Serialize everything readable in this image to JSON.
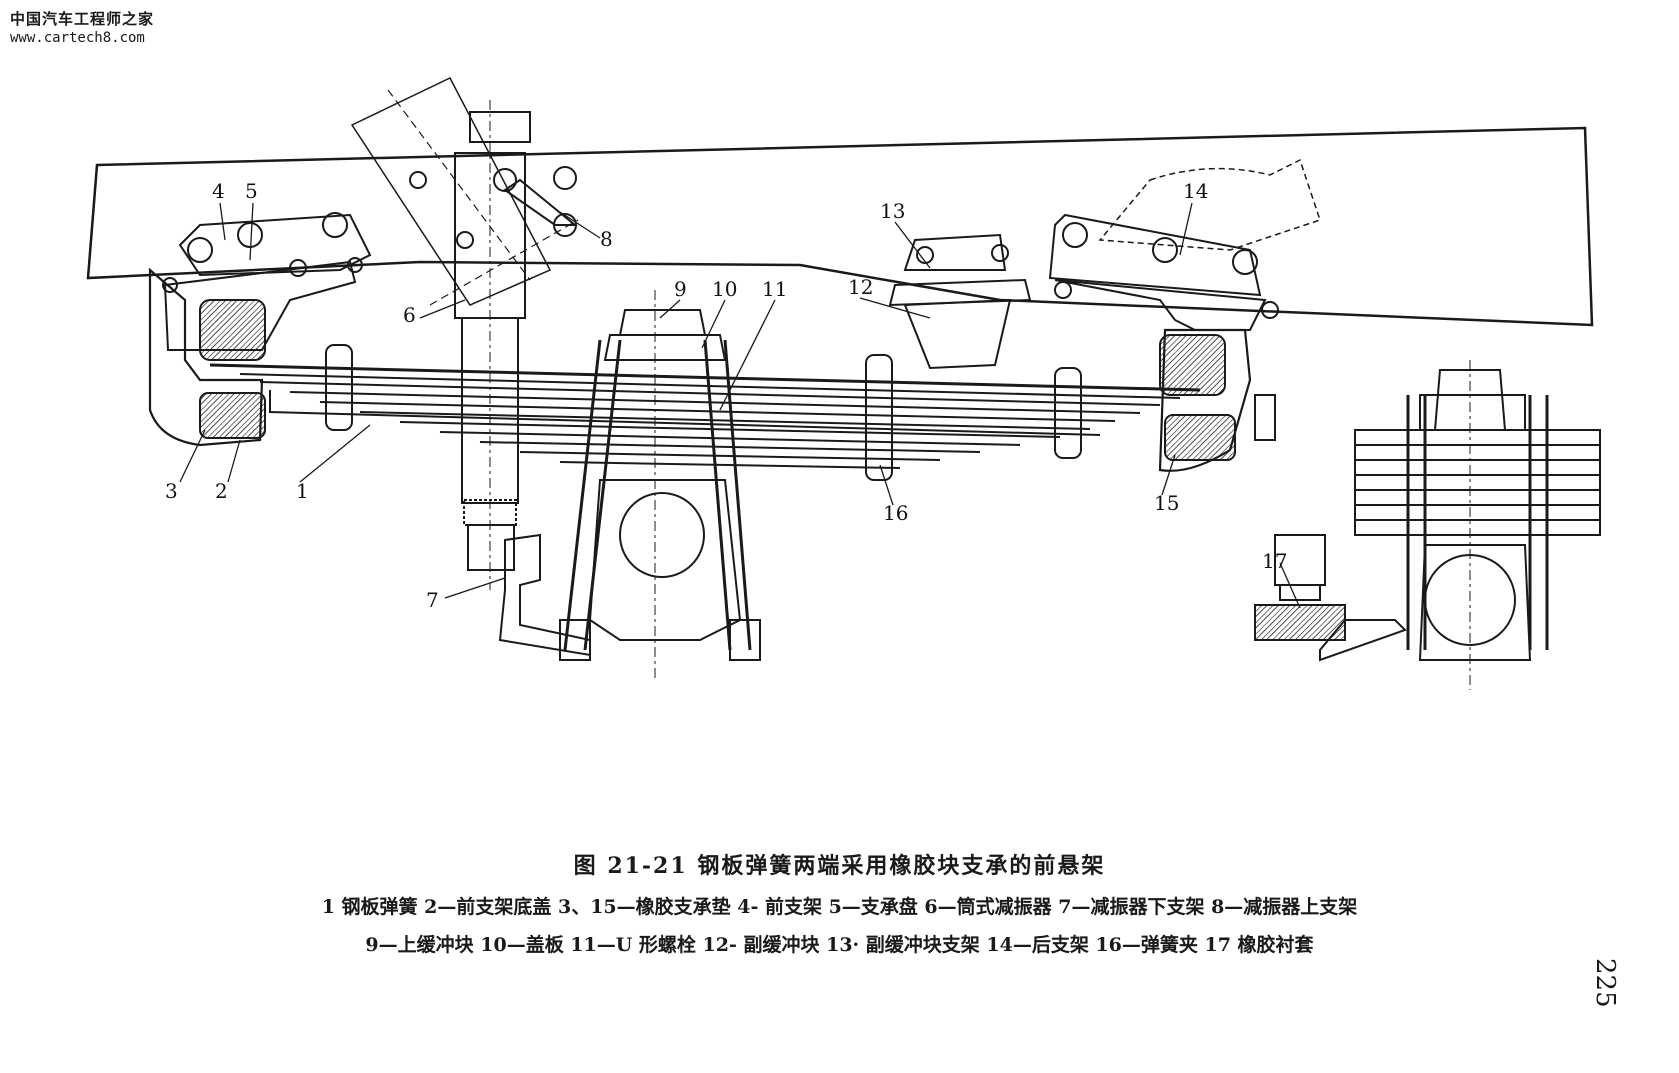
{
  "watermark": {
    "site": "中国汽车工程师之家",
    "url": "www.cartech8.com"
  },
  "figure": {
    "title": "图 21-21   钢板弹簧两端采用橡胶块支承的前悬架",
    "legend_line1": "1  钢板弹簧  2—前支架底盖  3、15—橡胶支承垫  4- 前支架  5—支承盘  6—筒式减振器  7—减振器下支架  8—减振器上支架",
    "legend_line2": "9—上缓冲块  10—盖板  11—U 形螺栓  12- 副缓冲块  13· 副缓冲块支架  14—后支架  16—弹簧夹  17  橡胶衬套"
  },
  "callouts": [
    "1",
    "2",
    "3",
    "4",
    "5",
    "6",
    "7",
    "8",
    "9",
    "10",
    "11",
    "12",
    "13",
    "14",
    "15",
    "16",
    "17"
  ],
  "page_number": "225"
}
